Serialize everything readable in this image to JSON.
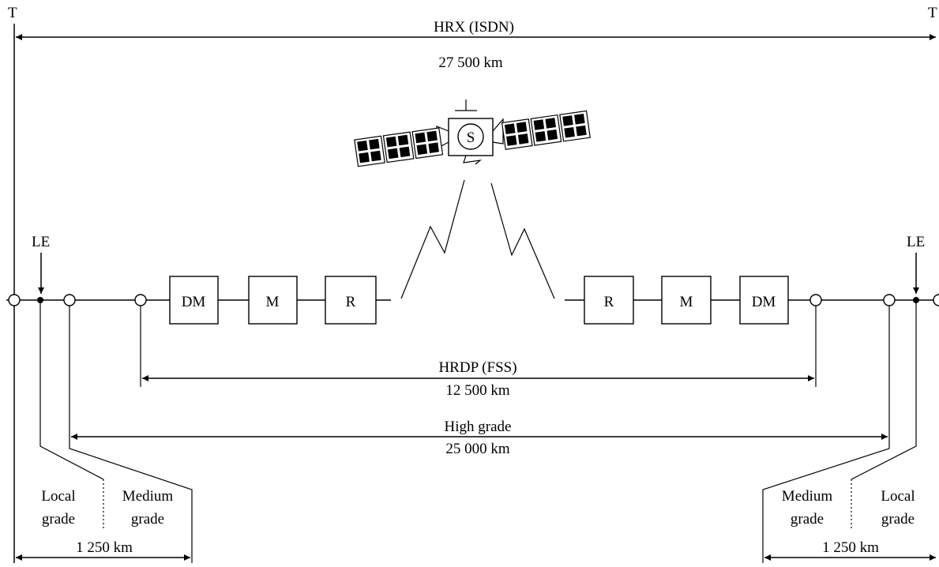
{
  "labels": {
    "t_left": "T",
    "t_right": "T",
    "le_left": "LE",
    "le_right": "LE",
    "satellite": "S",
    "hrx_title": "HRX (ISDN)",
    "hrx_distance": "27 500 km",
    "hrdp_title": "HRDP (FSS)",
    "hrdp_distance": "12 500 km",
    "high_grade_title": "High grade",
    "high_grade_distance": "25 000 km",
    "local_grade_left_1": "Local",
    "local_grade_left_2": "grade",
    "medium_grade_left_1": "Medium",
    "medium_grade_left_2": "grade",
    "medium_grade_right_1": "Medium",
    "medium_grade_right_2": "grade",
    "local_grade_right_1": "Local",
    "local_grade_right_2": "grade",
    "local_distance_left": "1 250 km",
    "local_distance_right": "1 250 km"
  },
  "equipment_left": [
    "DM",
    "M",
    "R"
  ],
  "equipment_right": [
    "R",
    "M",
    "DM"
  ]
}
